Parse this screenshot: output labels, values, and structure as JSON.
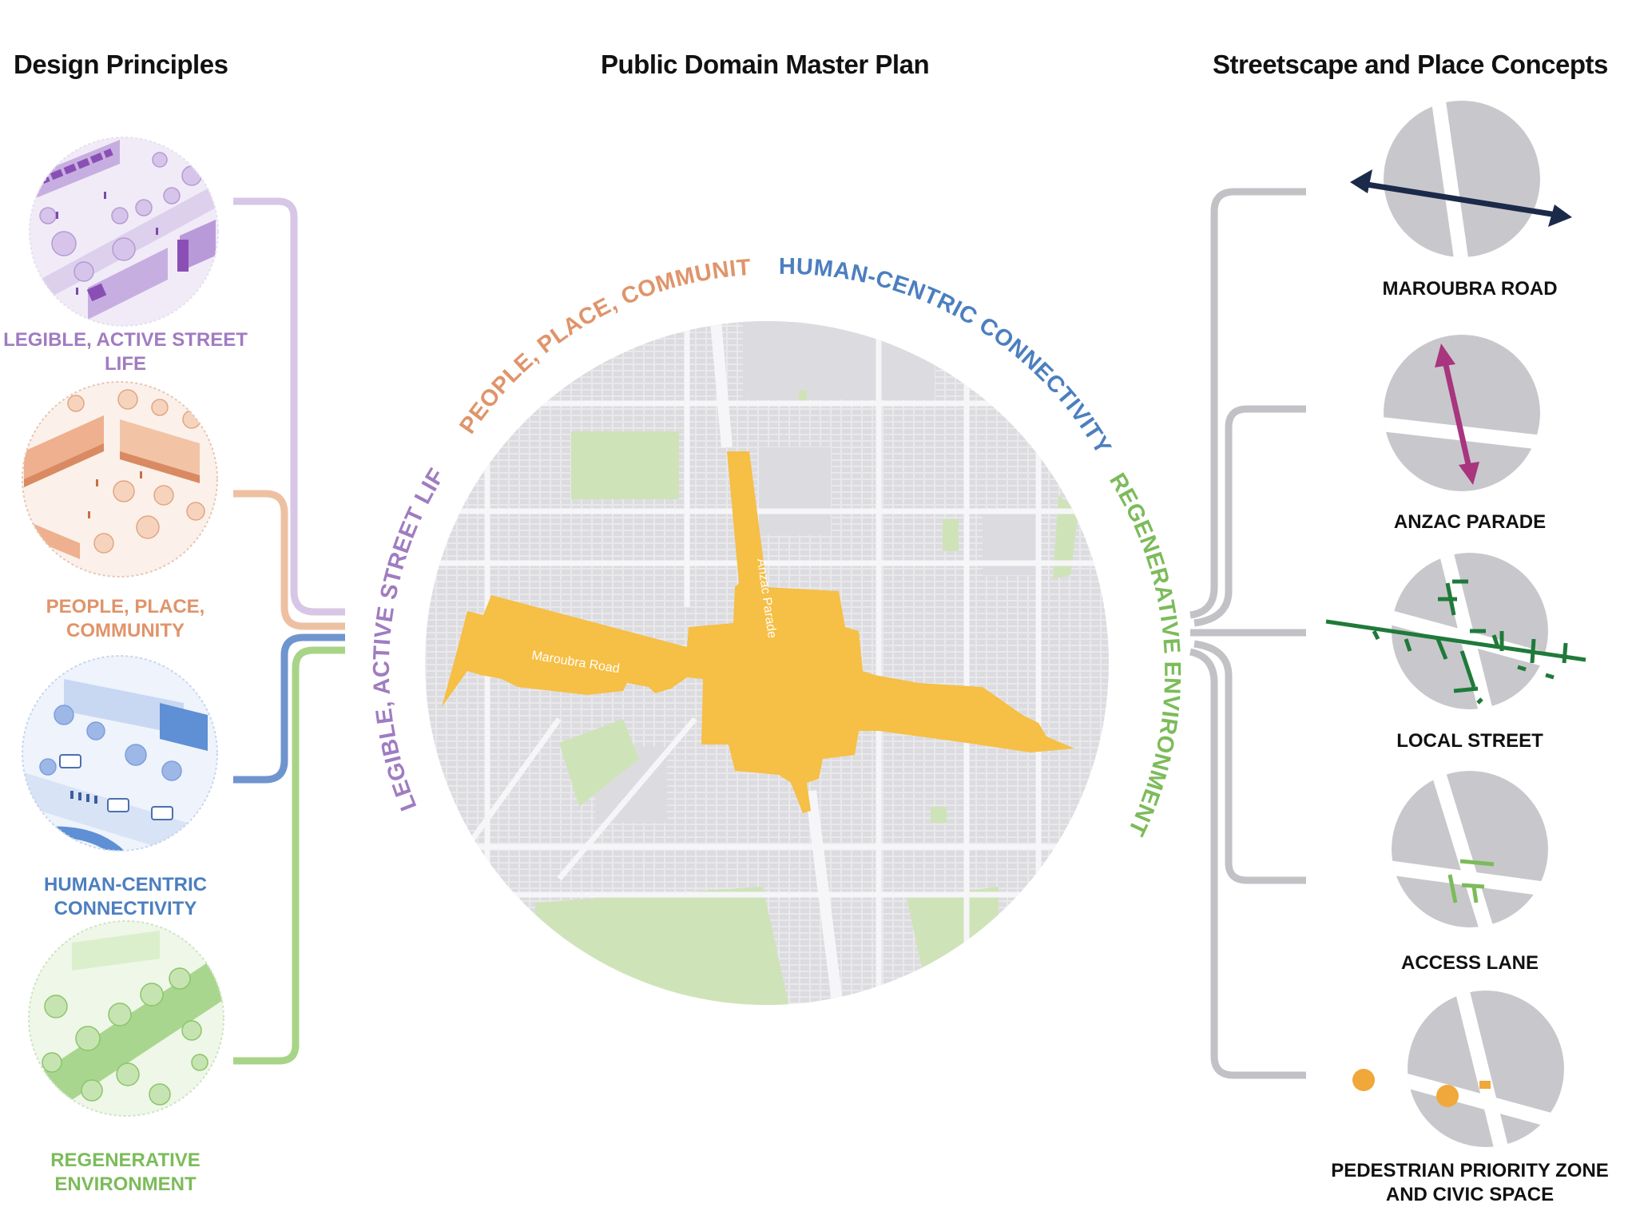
{
  "titles": {
    "left": "Design Principles",
    "center": "Public Domain Master Plan",
    "right": "Streetscape and Place Concepts"
  },
  "colors": {
    "purple": "#a07cc0",
    "orange": "#e0946a",
    "blue": "#4c7fbf",
    "green": "#7cbb5a",
    "gray": "#c2c2c6",
    "yellow": "#f6bf45",
    "navy": "#1c2a4a",
    "magenta": "#a8357e",
    "darkgreen": "#1f7a3a"
  },
  "principles": [
    {
      "label": "LEGIBLE, ACTIVE STREET\nLIFE",
      "color": "#a07cc0",
      "icon": "active-street-life-illustration"
    },
    {
      "label": "PEOPLE, PLACE,\nCOMMUNITY",
      "color": "#e0946a",
      "icon": "people-place-community-illustration"
    },
    {
      "label": "HUMAN-CENTRIC\nCONNECTIVITY",
      "color": "#4c7fbf",
      "icon": "human-centric-connectivity-illustration"
    },
    {
      "label": "REGENERATIVE\nENVIRONMENT",
      "color": "#7cbb5a",
      "icon": "regenerative-environment-illustration"
    }
  ],
  "arc_labels": {
    "legible": "LEGIBLE, ACTIVE STREET LIFE",
    "people": "PEOPLE, PLACE, COMMUNITY",
    "human": "HUMAN-CENTRIC CONNECTIVITY",
    "regen": "REGENERATIVE ENVIRONMENT"
  },
  "map": {
    "road_maroubra": "Maroubra Road",
    "road_anzac": "Anzac Parade"
  },
  "concepts": [
    {
      "label": "MAROUBRA ROAD",
      "icon": "maroubra-road-concept-icon"
    },
    {
      "label": "ANZAC PARADE",
      "icon": "anzac-parade-concept-icon"
    },
    {
      "label": "LOCAL STREET",
      "icon": "local-street-concept-icon"
    },
    {
      "label": "ACCESS LANE",
      "icon": "access-lane-concept-icon"
    },
    {
      "label": "PEDESTRIAN PRIORITY ZONE\nAND CIVIC SPACE",
      "icon": "pedestrian-priority-concept-icon"
    }
  ]
}
